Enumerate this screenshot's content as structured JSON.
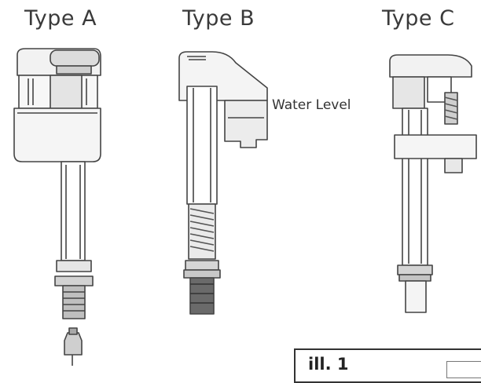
{
  "labels": {
    "type_a": "Type A",
    "type_b": "Type B",
    "type_c": "Type C",
    "water_level": "Water Level"
  },
  "footer": {
    "illustration_label": "ill. 1"
  },
  "colors": {
    "outline": "#444444",
    "fill_dark": "#d8d8d8",
    "fill_light": "#f4f4f4",
    "thread_dark": "#555555"
  }
}
